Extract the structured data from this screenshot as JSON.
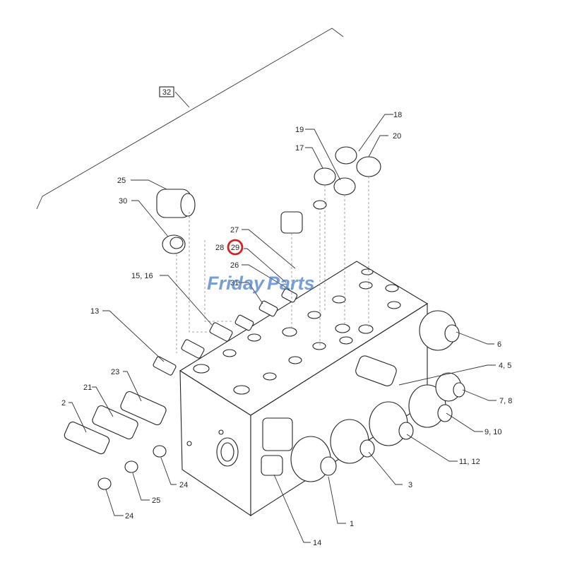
{
  "watermark": {
    "part1": "Friday",
    "part2": "Parts"
  },
  "colors": {
    "watermark_blue": "#4a7ec9",
    "watermark_orange": "#f0a030",
    "highlight_red": "#d42020",
    "line": "#222222"
  },
  "callouts": {
    "c32": "32",
    "c18": "18",
    "c19": "19",
    "c20": "20",
    "c17": "17",
    "c25_top": "25",
    "c30": "30",
    "c27": "27",
    "c28": "28",
    "c29": "29",
    "c26": "26",
    "c31": "31",
    "c15_16": "15, 16",
    "c13": "13",
    "c6": "6",
    "c4_5": "4, 5",
    "c7_8": "7, 8",
    "c9_10": "9, 10",
    "c11_12": "11, 12",
    "c3": "3",
    "c23": "23",
    "c21": "21",
    "c2": "2",
    "c24_right": "24",
    "c25_bottom": "25",
    "c24_bottom": "24",
    "c1": "1",
    "c14": "14"
  },
  "highlighted_callout": "29"
}
